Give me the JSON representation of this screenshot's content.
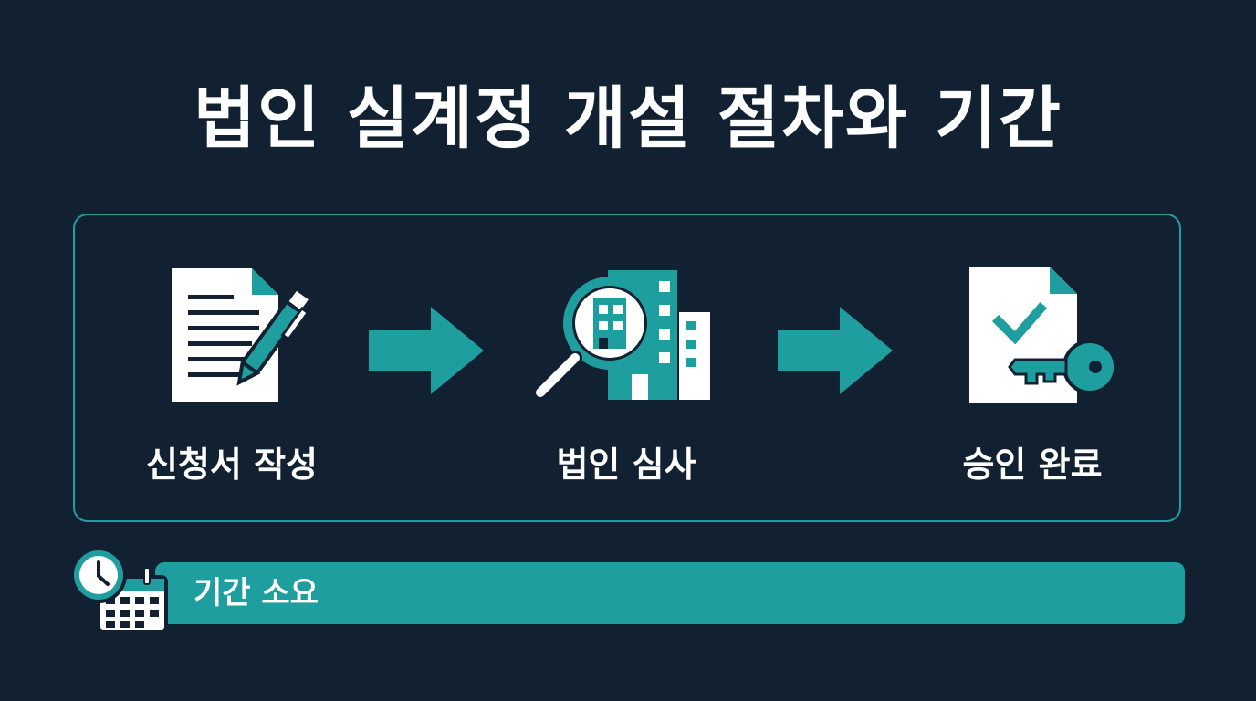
{
  "title": "법인 실계정 개설 절차와 기간",
  "steps": [
    {
      "label": "신청서 작성",
      "icon": "document-pen-icon"
    },
    {
      "label": "법인 심사",
      "icon": "magnifier-building-icon"
    },
    {
      "label": "승인 완료",
      "icon": "document-check-key-icon"
    }
  ],
  "arrows": [
    "arrow-right-icon",
    "arrow-right-icon"
  ],
  "duration": {
    "label": "기간 소요",
    "icon": "clock-calendar-icon"
  },
  "colors": {
    "background": "#122131",
    "accent": "#1f9ea0",
    "text": "#ffffff"
  }
}
